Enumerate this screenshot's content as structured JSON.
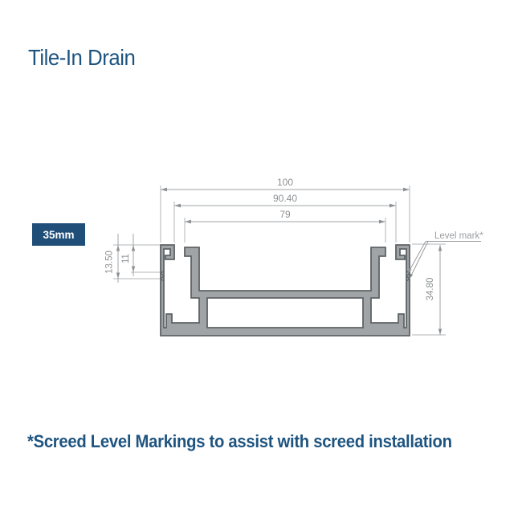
{
  "title": "Tile-In Drain",
  "badge": {
    "label": "35mm"
  },
  "footer_note": "*Screed Level Markings to assist with screed installation",
  "colors": {
    "heading_blue": "#1E5480",
    "badge_bg": "#1F4E78",
    "badge_text": "#FFFFFF",
    "profile_fill": "#A0A4A7",
    "profile_stroke": "#5E6366",
    "dim_line_gray": "#9FA3A6",
    "dim_text_gray": "#8D9194",
    "leader_text_gray": "#9A9DA0"
  },
  "drawing": {
    "description": "Cross-section technical drawing of tile-in drain profile",
    "dims": {
      "overall_width": {
        "label": "100",
        "orientation": "horizontal"
      },
      "hook_opening_width": {
        "label": "90.40",
        "orientation": "horizontal"
      },
      "insert_width": {
        "label": "79",
        "orientation": "horizontal"
      },
      "mark_depth_lower": {
        "label": "13.50",
        "orientation": "vertical"
      },
      "mark_depth_upper": {
        "label": "11",
        "orientation": "vertical"
      },
      "overall_height": {
        "label": "34.80",
        "orientation": "vertical"
      }
    },
    "annotation": {
      "label": "Level mark*"
    }
  }
}
